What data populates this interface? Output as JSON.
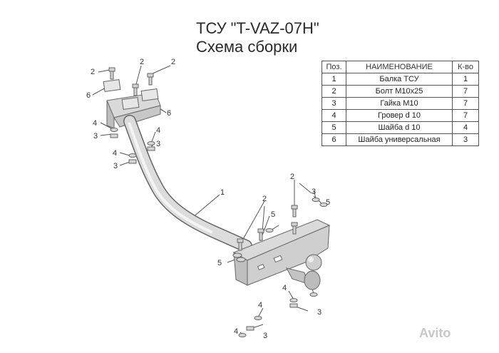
{
  "title_line1": "ТСУ \"T-VAZ-07H\"",
  "title_line2": "Схема сборки",
  "parts_table": {
    "headers": [
      "Поз.",
      "НАИМЕНОВАНИЕ",
      "К-во"
    ],
    "rows": [
      [
        "1",
        "Балка ТСУ",
        "1"
      ],
      [
        "2",
        "Болт М10х25",
        "7"
      ],
      [
        "3",
        "Гайка М10",
        "7"
      ],
      [
        "4",
        "Гровер d 10",
        "7"
      ],
      [
        "5",
        "Шайба d 10",
        "4"
      ],
      [
        "6",
        "Шайба универсальная",
        "3"
      ]
    ]
  },
  "callouts": {
    "c1": "1",
    "c2a": "2",
    "c2b": "2",
    "c2c": "2",
    "c2d": "2",
    "c2e": "2",
    "c3a": "3",
    "c3b": "3",
    "c3c": "3",
    "c3d": "3",
    "c3e": "3",
    "c3f": "3",
    "c4a": "4",
    "c4b": "4",
    "c4c": "4",
    "c4d": "4",
    "c4e": "4",
    "c4f": "4",
    "c5a": "5",
    "c5b": "5",
    "c5c": "5",
    "c6a": "6",
    "c6b": "6"
  },
  "watermark": "Avito"
}
